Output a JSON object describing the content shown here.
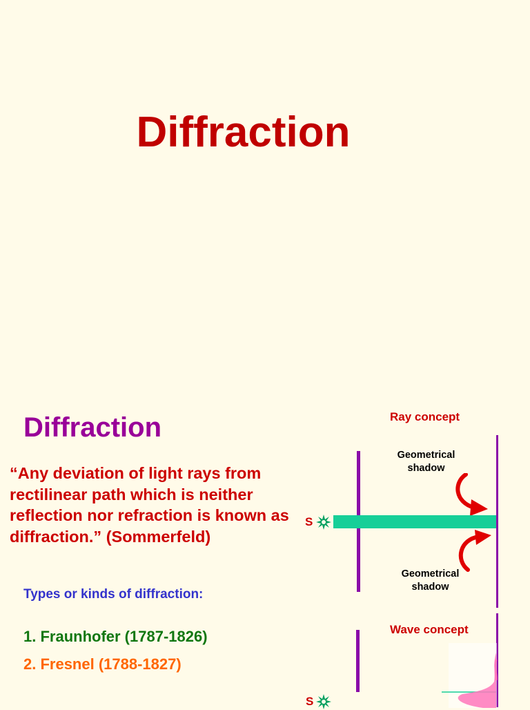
{
  "slide1": {
    "title": "Diffraction"
  },
  "slide2": {
    "title": "Diffraction",
    "quote": "“Any deviation of light rays from rectilinear path which is neither reflection nor refraction is known as diffraction.” (Sommerfeld)",
    "types_heading": "Types or kinds of diffraction:",
    "types": [
      "1. Fraunhofer (1787-1826)",
      "2. Fresnel (1788-1827)"
    ],
    "diagram": {
      "ray_concept_label": "Ray concept",
      "shadow_top_line1": "Geometrical",
      "shadow_top_line2": "shadow",
      "shadow_bottom_line1": "Geometrical",
      "shadow_bottom_line2": "shadow",
      "source_label_1": "S",
      "wave_concept_label": "Wave concept",
      "source_label_2": "S",
      "icons": [
        "star-burst-icon",
        "curved-arrow-icon"
      ],
      "colors": {
        "bar": "#8a0aa8",
        "beam": "#17cf98",
        "source": "#00a060",
        "arrow": "#e00000",
        "wave_fill": "#ff77bb"
      }
    }
  }
}
